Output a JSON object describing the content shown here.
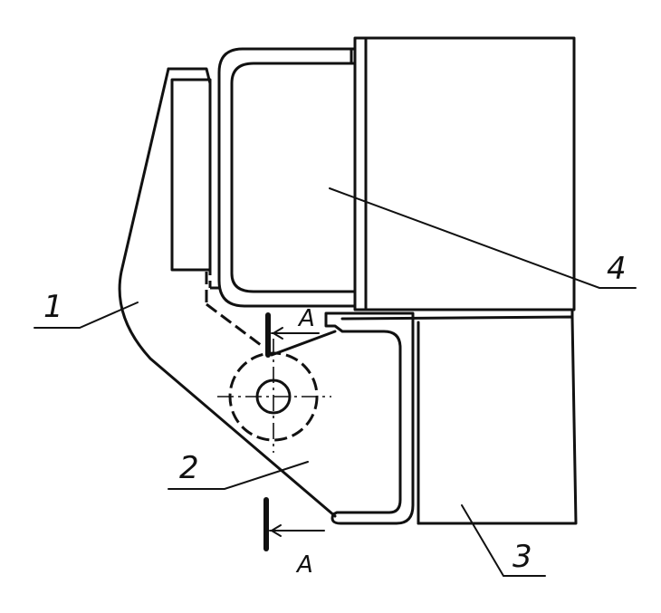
{
  "labels": {
    "part_1": "1",
    "part_2": "2",
    "part_3": "3",
    "part_4": "4",
    "section_top": "A",
    "section_bottom": "A"
  }
}
